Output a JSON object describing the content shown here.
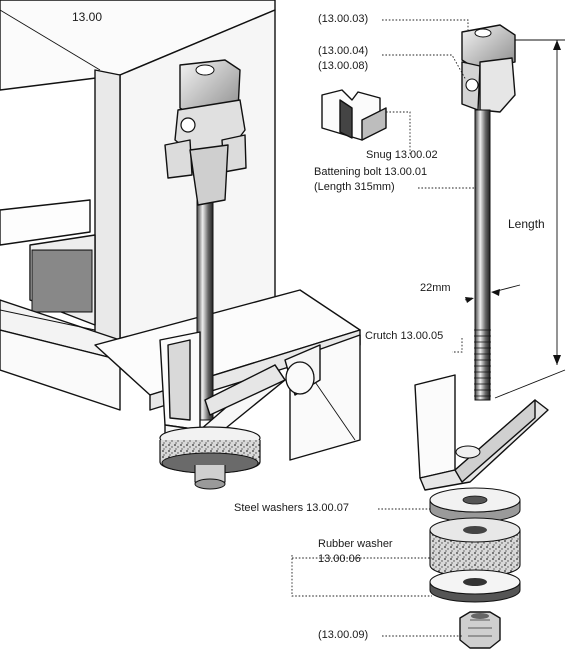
{
  "left_view": {
    "ref": "13.00"
  },
  "labels": {
    "bolt_head_ref": "(13.00.03)",
    "pin_ref_a": "(13.00.04)",
    "pin_ref_b": "(13.00.08)",
    "snug": "Snug 13.00.02",
    "bolt_line1": "Battening bolt 13.00.01",
    "bolt_line2": "(Length 315mm)",
    "length": "Length",
    "diameter": "22mm",
    "crutch": "Crutch 13.00.05",
    "steel_washers": "Steel washers 13.00.07",
    "rubber_line1": "Rubber washer",
    "rubber_line2": "13.00.06",
    "nut_ref": "(13.00.09)"
  }
}
